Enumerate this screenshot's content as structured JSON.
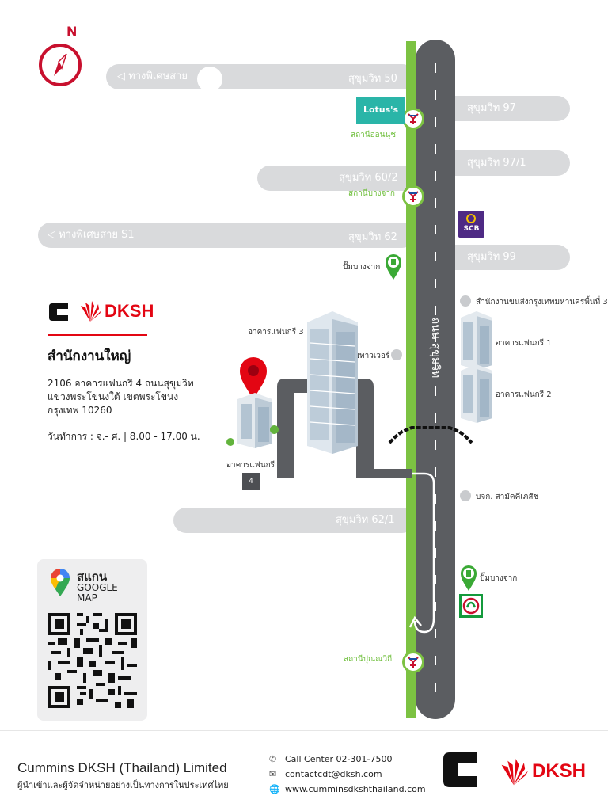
{
  "compass": {
    "north_label": "N"
  },
  "roads_horizontal": {
    "expressway_top": "◁ ทางพิเศษสาย",
    "soi_50": "สุขุมวิท 50",
    "soi_97": "สุขุมวิท 97",
    "soi_97_1": "สุขุมวิท 97/1",
    "soi_60_2": "สุขุมวิท 60/2",
    "expressway_s1": "◁ ทางพิเศษสาย S1",
    "soi_62": "สุขุมวิท 62",
    "soi_99": "สุขุมวิท 99",
    "soi_62_1": "สุขุมวิท 62/1"
  },
  "main_road": {
    "label": "ถนน สุขุมวิท"
  },
  "bts_stations": {
    "on_nut": "สถานีอ่อนนุช",
    "bang_chak": "สถานีบางจาก",
    "punnawithi": "สถานีปุณณวิถี"
  },
  "landmarks": {
    "lotus": "Lotus's",
    "scb": "SCB",
    "gas_station_top": "ปั๊มบางจาก",
    "gas_station_bottom": "ปั๊มบางจาก",
    "bma_office": "สำนักงานขนส่งกรุงเทพมหานครพื้นที่ 3",
    "fanny_3": "อาคารแฟนกรี 3",
    "m_tower": "เอ็มทาวเวอร์",
    "fanny_1": "อาคารแฟนกรี 1",
    "fanny_2": "อาคารแฟนกรี 2",
    "fanny_4": "อาคารแฟนกรี",
    "fanny_4_number": "4",
    "samakkhi": "บจก. สามัคคีเภสัช"
  },
  "company": {
    "brand_dksh": "DKSH",
    "hq_title": "สำนักงานใหญ่",
    "address_line1": "2106 อาคารแฟนกรี 4 ถนนสุขุมวิท",
    "address_line2": "แขวงพระโขนงใต้ เขตพระโขนง",
    "address_line3": "กรุงเทพ 10260",
    "hours": "วันทำการ : จ.- ศ.  |  8.00 - 17.00 น."
  },
  "qr_card": {
    "scan_label": "สแกน",
    "google_label": "GOOGLE",
    "map_label": "MAP"
  },
  "footer": {
    "company_name": "Cummins DKSH (Thailand) Limited",
    "tagline": "ผู้นำเข้าและผู้จัดจำหน่ายอย่างเป็นทางการในประเทศไทย",
    "call_center": "Call Center  02-301-7500",
    "email": "contactcdt@dksh.com",
    "website": "www.cumminsdkshthailand.com",
    "brand_dksh": "DKSH"
  },
  "colors": {
    "dksh_red": "#e30613",
    "green": "#7cc242",
    "road_gray": "#d9dadc",
    "main_road": "#5b5d61"
  }
}
